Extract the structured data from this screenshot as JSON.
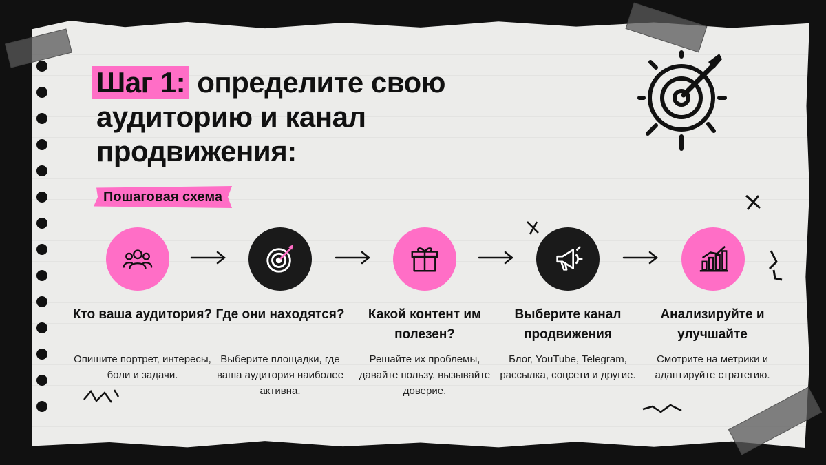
{
  "header": {
    "highlight": "Шаг 1:",
    "title_rest": "определите свою аудиторию и канал продвижения:",
    "tag": "Пошаговая схема"
  },
  "colors": {
    "accent": "#ff6ec6",
    "dark": "#1a1a1a",
    "paper": "#ececea"
  },
  "steps": [
    {
      "icon": "users-icon",
      "style": "pink",
      "title": "Кто ваша аудитория?",
      "desc": "Опишите портрет, интересы, боли и задачи."
    },
    {
      "icon": "target-icon",
      "style": "dark",
      "title": "Где они находятся?",
      "desc": "Выберите площадки, где ваша аудитория наиболее активна."
    },
    {
      "icon": "gift-icon",
      "style": "pink",
      "title": "Какой контент им полезен?",
      "desc": "Решайте их проблемы, давайте пользу. вызывайте доверие."
    },
    {
      "icon": "megaphone-icon",
      "style": "dark",
      "title": "Выберите канал продвижения",
      "desc": "Блог, YouTube, Telegram, рассылка, соцсети и другие."
    },
    {
      "icon": "chart-icon",
      "style": "pink",
      "title": "Анализируйте и улучшайте",
      "desc": "Смотрите на метрики и адаптируйте стратегию."
    }
  ]
}
